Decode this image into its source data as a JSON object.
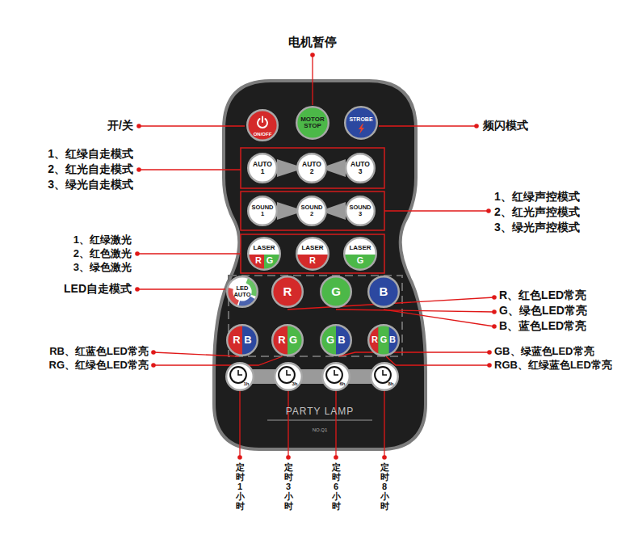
{
  "diagram": {
    "nodes": [
      {
        "text": [
          "PARTY LAMP",
          "NO.Q1"
        ]
      },
      {
        "text": [
          "ON/OFF"
        ],
        "in": 0
      },
      {
        "text": [
          "MOTOR STOP"
        ],
        "in": 0
      },
      {
        "text": [
          "STROBE"
        ],
        "in": 0
      },
      {
        "text": [
          "AUTO 1"
        ],
        "in": 0
      },
      {
        "text": [
          "AUTO 2"
        ],
        "in": 0
      },
      {
        "text": [
          "AUTO 3"
        ],
        "in": 0
      },
      {
        "text": [
          "SOUND 1"
        ],
        "in": 0
      },
      {
        "text": [
          "SOUND 2"
        ],
        "in": 0
      },
      {
        "text": [
          "SOUND 3"
        ],
        "in": 0
      },
      {
        "text": [
          "LASER",
          "R",
          "G"
        ],
        "in": 0
      },
      {
        "text": [
          "LASER",
          "R"
        ],
        "in": 0
      },
      {
        "text": [
          "LASER",
          "G"
        ],
        "in": 0
      },
      {
        "text": [
          "LED AUTO"
        ],
        "in": 0
      },
      {
        "text": [
          "R"
        ],
        "in": 0
      },
      {
        "text": [
          "G"
        ],
        "in": 0
      },
      {
        "text": [
          "B"
        ],
        "in": 0
      },
      {
        "text": [
          "R",
          "B"
        ],
        "in": 0
      },
      {
        "text": [
          "R",
          "G"
        ],
        "in": 0
      },
      {
        "text": [
          "G",
          "B"
        ],
        "in": 0
      },
      {
        "text": [
          "R",
          "G",
          "B"
        ],
        "in": 0
      },
      {
        "text": [
          "1h"
        ],
        "in": 0
      },
      {
        "text": [
          "3h"
        ],
        "in": 0
      },
      {
        "text": [
          "6h"
        ],
        "in": 0
      },
      {
        "text": [
          "8h"
        ],
        "in": 0
      }
    ],
    "labels": [
      "电机暂停",
      "开/关",
      "频闪模式",
      "1、红绿自走模式",
      "2、红光自走模式",
      "3、绿光自走模式",
      "1、红绿声控模式",
      "2、红光声控模式",
      "3、绿光声控模式",
      "1、红绿激光",
      "2、红色激光",
      "3、绿色激光",
      "LED自走模式",
      "R、红色LED常亮",
      "G、绿色LED常亮",
      "B、蓝色LED常亮",
      "RB、红蓝色LED常亮",
      "RG、红绿色LED常亮",
      "GB、绿蓝色LED常亮",
      "RGB、红绿蓝色LED常亮",
      "定时1小时",
      "定时3小时",
      "定时6小时",
      "定时8小时"
    ]
  }
}
